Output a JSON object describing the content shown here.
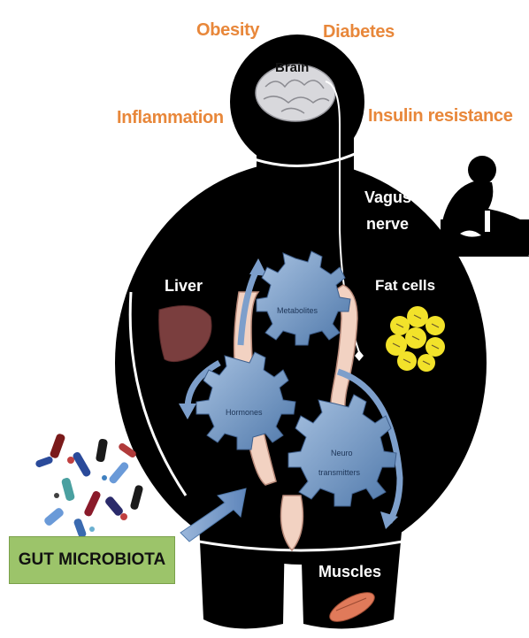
{
  "conditions": {
    "obesity": "Obesity",
    "diabetes": "Diabetes",
    "inflammation": "Inflammation",
    "insulin_resistance": "Insulin resistance"
  },
  "organs": {
    "brain": "Brain",
    "vagus_nerve_line1": "Vagus",
    "vagus_nerve_line2": "nerve",
    "liver": "Liver",
    "fat_cells": "Fat cells",
    "muscles": "Muscles"
  },
  "gears": {
    "metabolites": "Metabolites",
    "hormones": "Hormones",
    "neuro_line1": "Neuro",
    "neuro_line2": "transmitters"
  },
  "gut_microbiota": "GUT MICROBIOTA",
  "colors": {
    "condition_text": "#e8873a",
    "body": "#000000",
    "gear": "#6f95c2",
    "gut_box": "#9cc46a"
  }
}
